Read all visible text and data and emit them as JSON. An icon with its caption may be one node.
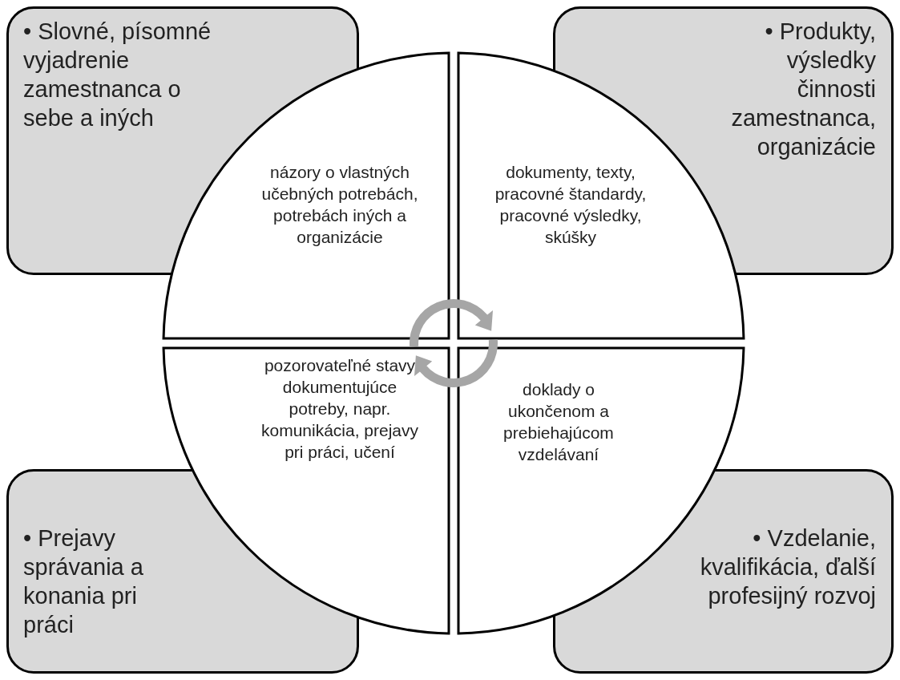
{
  "diagram": {
    "nodes": [
      {
        "text": [
          "• Slovné, písomné vyjadrenie zamestnanca o sebe a iných"
        ]
      },
      {
        "text": [
          "• Produkty, výsledky činnosti zamestnanca, organizácie"
        ]
      },
      {
        "text": [
          "názory o vlastných učebných potrebách, potrebách iných a organizácie"
        ]
      },
      {
        "text": [
          "dokumenty, texty, pracovné štandardy, pracovné výsledky, skúšky"
        ]
      },
      {
        "text": [
          "pozorovateľné stavy dokumentujúce potreby, napr. komunikácia, prejavy pri práci, učení"
        ]
      },
      {
        "text": [
          "doklady o ukončenom a prebiehajúcom vzdelávaní"
        ]
      },
      {
        "text": [
          "• Prejavy správania a konania pri práci"
        ]
      },
      {
        "text": [
          "• Vzdelanie, kvalifikácia, ďalší profesijný rozvoj"
        ]
      }
    ],
    "edges": []
  }
}
